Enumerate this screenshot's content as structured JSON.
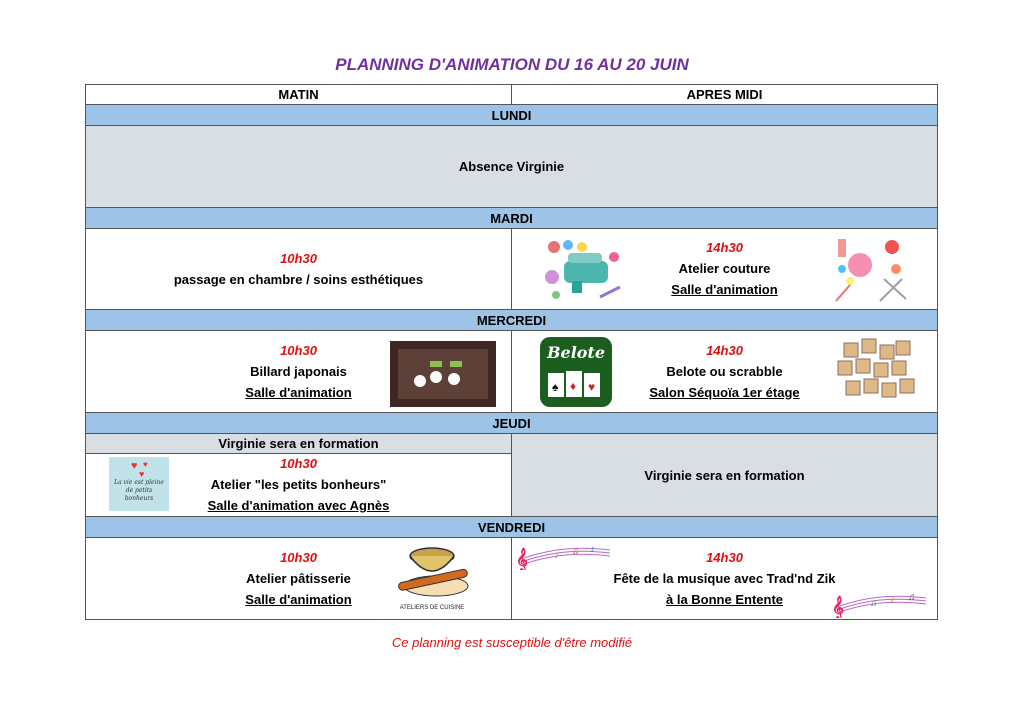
{
  "title": "PLANNING D'ANIMATION DU 16 AU 20 JUIN",
  "header": {
    "matin": "MATIN",
    "apres_midi": "APRES MIDI"
  },
  "lundi": {
    "day": "LUNDI",
    "text": "Absence Virginie"
  },
  "mardi": {
    "day": "MARDI",
    "matin": {
      "time": "10h30",
      "activity": "passage en chambre / soins esthétiques"
    },
    "apres_midi": {
      "time": "14h30",
      "activity": "Atelier couture",
      "place": "Salle d'animation"
    }
  },
  "mercredi": {
    "day": "MERCREDI",
    "matin": {
      "time": "10h30",
      "activity": "Billard japonais",
      "place": "Salle d'animation"
    },
    "apres_midi": {
      "time": "14h30",
      "activity": "Belote ou scrabble",
      "place": "Salon Séquoïa 1er étage",
      "logo_text": "Belote"
    }
  },
  "jeudi": {
    "day": "JEUDI",
    "matin_note": "Virginie sera en formation",
    "matin": {
      "time": "10h30",
      "activity": "Atelier \"les petits bonheurs\"",
      "place": "Salle d'animation avec Agnès",
      "image_text": "La vie est pleine de petits bonheurs"
    },
    "apres_midi": "Virginie sera en formation"
  },
  "vendredi": {
    "day": "VENDREDI",
    "matin": {
      "time": "10h30",
      "activity": "Atelier pâtisserie",
      "place": "Salle d'animation",
      "image_text": "ATELIERS DE CUISINE"
    },
    "apres_midi": {
      "time": "14h30",
      "activity": "Fête de la musique avec Trad'nd Zik",
      "place": "à la Bonne Entente"
    }
  },
  "footer": "Ce planning est susceptible d'être modifié",
  "colors": {
    "title": "#7030a0",
    "time": "#e01010",
    "day_band": "#9dc3e6",
    "gray_cell": "#d9dde4"
  }
}
